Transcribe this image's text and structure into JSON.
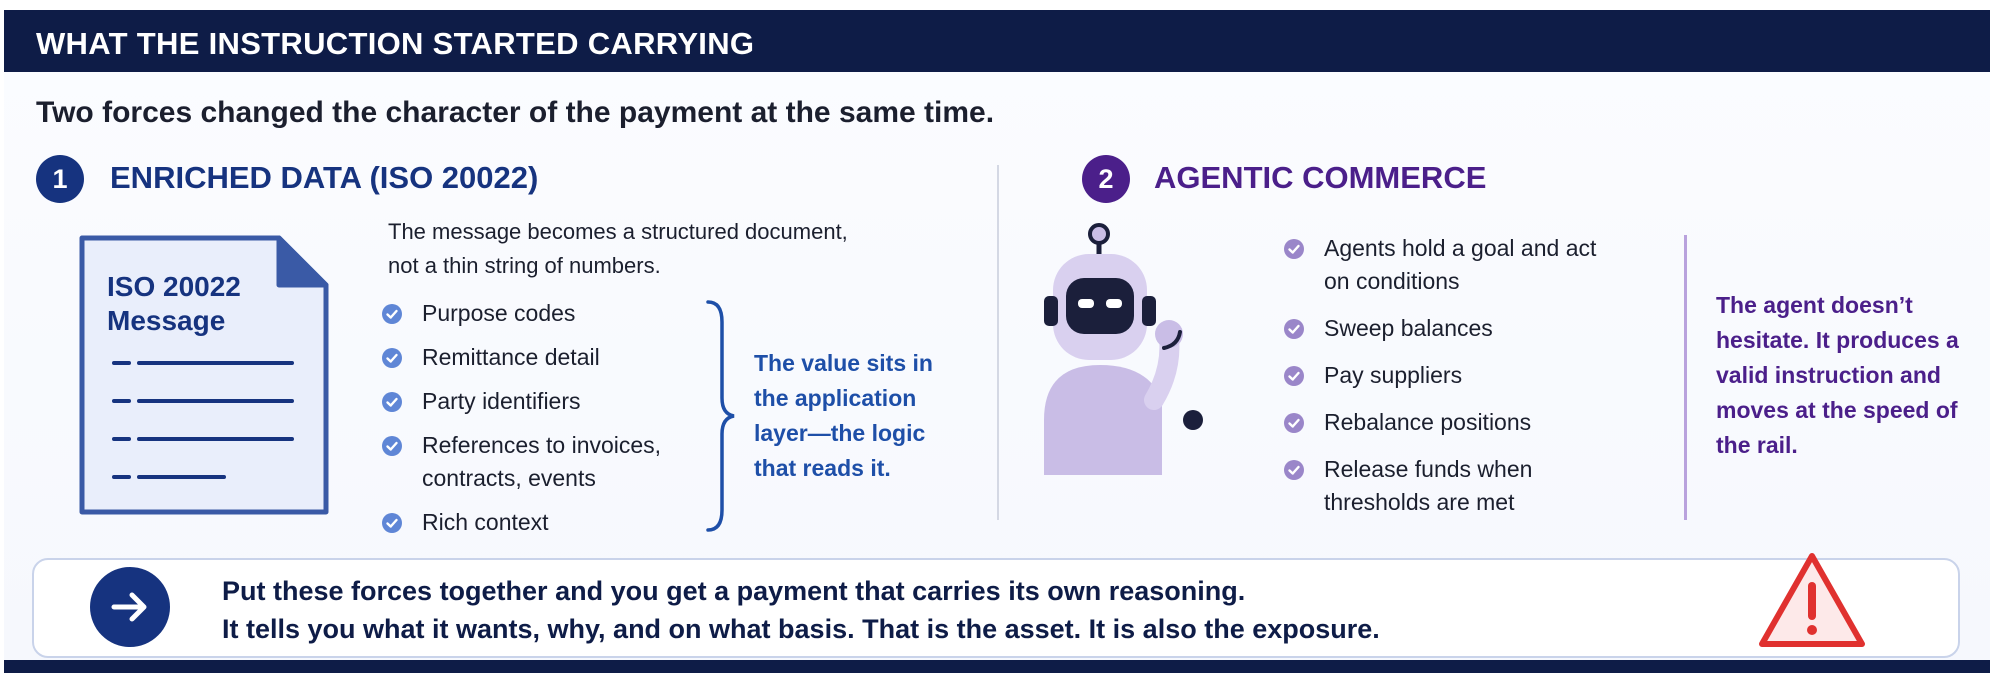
{
  "header": {
    "title": "WHAT THE INSTRUCTION STARTED CARRYING"
  },
  "subtitle": "Two forces changed the character of the payment at the same time.",
  "section1": {
    "number": "1",
    "title": "ENRICHED DATA (ISO 20022)",
    "doc_label_line1": "ISO 20022",
    "doc_label_line2": "Message",
    "intro": "The message becomes a structured document, not a thin string of numbers.",
    "items": [
      "Purpose codes",
      "Remittance detail",
      "Party identifiers",
      "References to invoices, contracts, events",
      "Rich context"
    ],
    "brace_note": "The value sits in the application layer—the logic that reads it."
  },
  "section2": {
    "number": "2",
    "title": "AGENTIC COMMERCE",
    "items": [
      "Agents hold a goal and act on conditions",
      "Sweep balances",
      "Pay suppliers",
      "Rebalance positions",
      "Release funds when thresholds are met"
    ],
    "note": "The agent doesn’t hesitate. It produces a valid instruction and moves at the speed of the rail."
  },
  "callout": {
    "line1": "Put these forces together and you get a payment that carries its own reasoning.",
    "line2": "It tells you what it wants, why, and on what basis. That is the asset. It is also the exposure."
  },
  "colors": {
    "navy": "#0e1c47",
    "blue": "#16337f",
    "link_blue": "#1e4fa8",
    "purple": "#4b1f8a",
    "lavender": "#c9bde6",
    "warning_red": "#e0312f"
  },
  "icons": {
    "badge_check": "check-circle-icon",
    "callout_arrow": "arrow-right-icon",
    "warning": "warning-triangle-icon",
    "document": "document-icon",
    "robot": "robot-agent-icon"
  }
}
